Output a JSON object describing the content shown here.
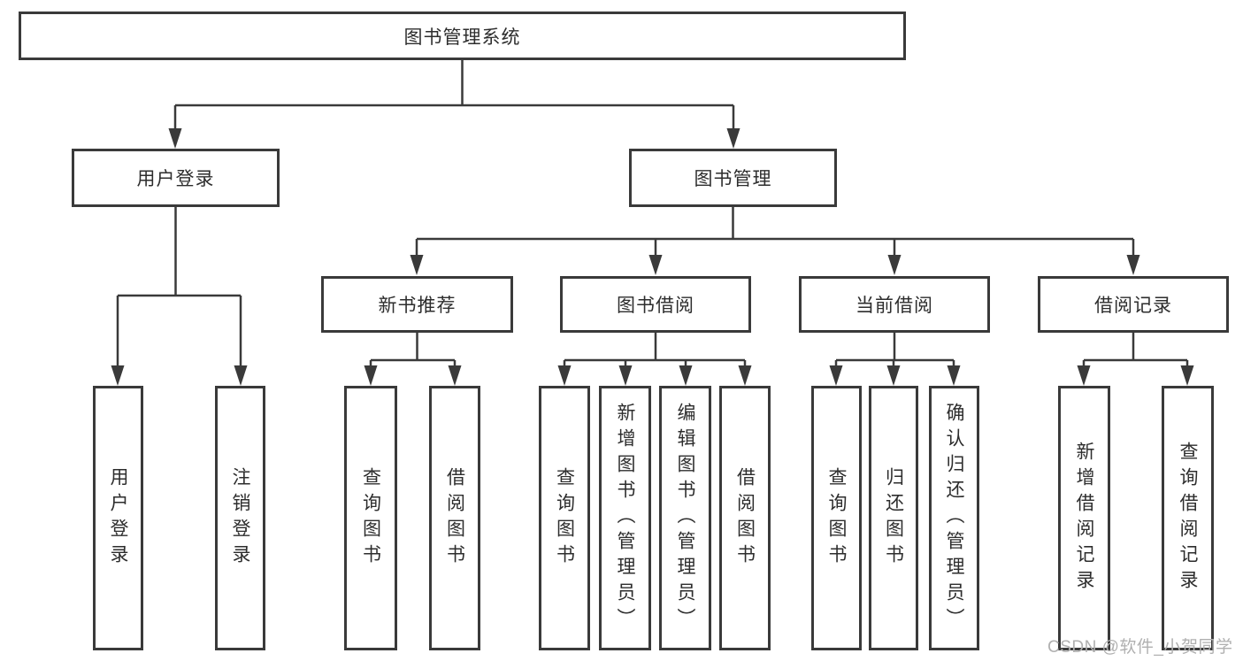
{
  "colors": {
    "background": "#ffffff",
    "box_border": "#3a3a3a",
    "connector_line": "#3a3a3a",
    "text": "#2d2d2d",
    "watermark_text": "#b0b0b0"
  },
  "watermark": "CSDN @软件_小贺同学",
  "diagram": {
    "type": "hierarchy-tree",
    "nodes": {
      "root": {
        "label": "图书管理系统"
      },
      "user_login": {
        "label": "用户登录"
      },
      "book_mgmt": {
        "label": "图书管理"
      },
      "new_book_rec": {
        "label": "新书推荐"
      },
      "book_borrow": {
        "label": "图书借阅"
      },
      "current_borrow": {
        "label": "当前借阅"
      },
      "borrow_records": {
        "label": "借阅记录"
      },
      "leaf_user_login": {
        "label": "用户登录"
      },
      "leaf_logout": {
        "label": "注销登录"
      },
      "leaf_rec_query_books": {
        "label": "查询图书"
      },
      "leaf_rec_borrow_books": {
        "label": "借阅图书"
      },
      "leaf_bb_query_books": {
        "label": "查询图书"
      },
      "leaf_bb_add_books": {
        "label": "新增图书（管理员）"
      },
      "leaf_bb_edit_books": {
        "label": "编辑图书（管理员）"
      },
      "leaf_bb_borrow_books": {
        "label": "借阅图书"
      },
      "leaf_cb_query_books": {
        "label": "查询图书"
      },
      "leaf_cb_return_books": {
        "label": "归还图书"
      },
      "leaf_cb_confirm_return": {
        "label": "确认归还（管理员）"
      },
      "leaf_br_add_record": {
        "label": "新增借阅记录"
      },
      "leaf_br_query_record": {
        "label": "查询借阅记录"
      }
    },
    "edges": [
      {
        "parent": "root",
        "children": [
          "user_login",
          "book_mgmt"
        ]
      },
      {
        "parent": "user_login",
        "children": [
          "leaf_user_login",
          "leaf_logout"
        ]
      },
      {
        "parent": "book_mgmt",
        "children": [
          "new_book_rec",
          "book_borrow",
          "current_borrow",
          "borrow_records"
        ]
      },
      {
        "parent": "new_book_rec",
        "children": [
          "leaf_rec_query_books",
          "leaf_rec_borrow_books"
        ]
      },
      {
        "parent": "book_borrow",
        "children": [
          "leaf_bb_query_books",
          "leaf_bb_add_books",
          "leaf_bb_edit_books",
          "leaf_bb_borrow_books"
        ]
      },
      {
        "parent": "current_borrow",
        "children": [
          "leaf_cb_query_books",
          "leaf_cb_return_books",
          "leaf_cb_confirm_return"
        ]
      },
      {
        "parent": "borrow_records",
        "children": [
          "leaf_br_add_record",
          "leaf_br_query_record"
        ]
      }
    ]
  }
}
